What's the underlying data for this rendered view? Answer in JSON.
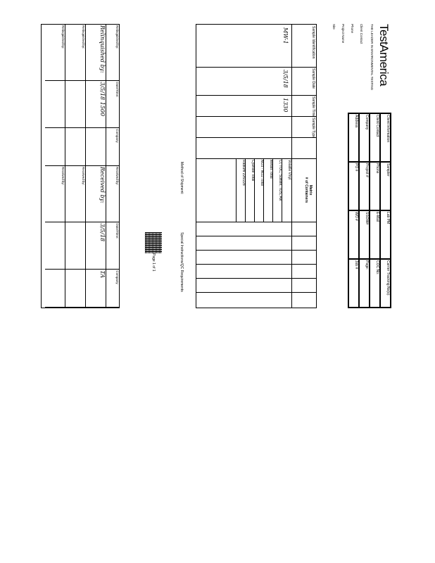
{
  "header": {
    "logo": "TestAmerica",
    "address_lines": [
      "THE LEADER IN ENVIRONMENTAL TESTING",
      "Client Contact",
      "Phone",
      "Project Name",
      "Site"
    ],
    "fields": [
      "Client Information",
      "Sampler",
      "Lab PM",
      "Carrier Tracking No(s):",
      "Client Contact",
      "Phone",
      "E-Mail",
      "COC No:",
      "Company",
      "Project #",
      "SSOW#",
      "Page:",
      "Address",
      "PO #",
      "WO #",
      "Job #"
    ]
  },
  "analysis": {
    "matrix_label": "Matrix",
    "containers_label": "# of Containers",
    "items": [
      "Volatile Vinyl",
      "Cl, TOC, Sulfate, TDS, Alk",
      "Metals Total",
      "NO3 - NO2 Total",
      "Cyanide Total",
      "Radium 226/228"
    ],
    "columns": [
      "Sample Identification",
      "Sample Date",
      "Sample Time",
      "Sample Type"
    ]
  },
  "samples": [
    {
      "id": "MW-1",
      "date": "3/5/18",
      "time": "1330"
    }
  ],
  "signatures": {
    "headers": [
      "Relinquished by:",
      "Date/Time:",
      "Company",
      "Received by:",
      "Date/Time:",
      "Company"
    ],
    "rows": [
      [
        "Relinquished by:",
        "3/5/18 1500",
        "",
        "Received by:",
        "3/5/18",
        "TA"
      ],
      [
        "Relinquished by:",
        "",
        "",
        "Received by:",
        "",
        ""
      ],
      [
        "Relinquished by:",
        "",
        "",
        "Received by:",
        "",
        ""
      ]
    ]
  },
  "notes": {
    "page": "Page 1 of 1",
    "special": "Special Instructions/QC Requirements",
    "method": "Method of Shipment:"
  }
}
